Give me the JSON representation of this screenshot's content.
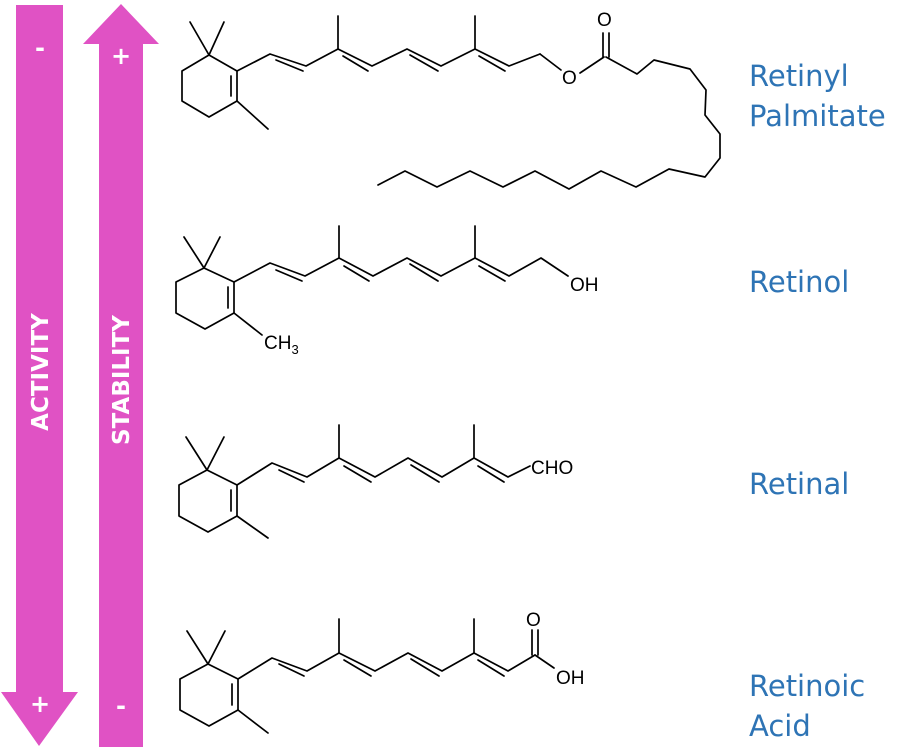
{
  "arrows": {
    "color": "#e052c4",
    "activity": {
      "label": "ACTIVITY",
      "top_sign": "-",
      "bottom_sign": "+"
    },
    "stability": {
      "label": "STABILITY",
      "top_sign": "+",
      "bottom_sign": "-"
    }
  },
  "label_color": "#2e74b5",
  "compounds": [
    {
      "name_line1": "Retinyl",
      "name_line2": "Palmitate",
      "atoms": {
        "ester_o": "O",
        "carbonyl_o": "O"
      }
    },
    {
      "name_line1": "Retinol",
      "name_line2": "",
      "atoms": {
        "hydroxyl": "OH",
        "methyl": "CH",
        "methyl_sub": "3"
      }
    },
    {
      "name_line1": "Retinal",
      "name_line2": "",
      "atoms": {
        "aldehyde": "CHO"
      }
    },
    {
      "name_line1": "Retinoic",
      "name_line2": "Acid",
      "atoms": {
        "carbonyl_o": "O",
        "hydroxyl": "OH"
      }
    }
  ]
}
